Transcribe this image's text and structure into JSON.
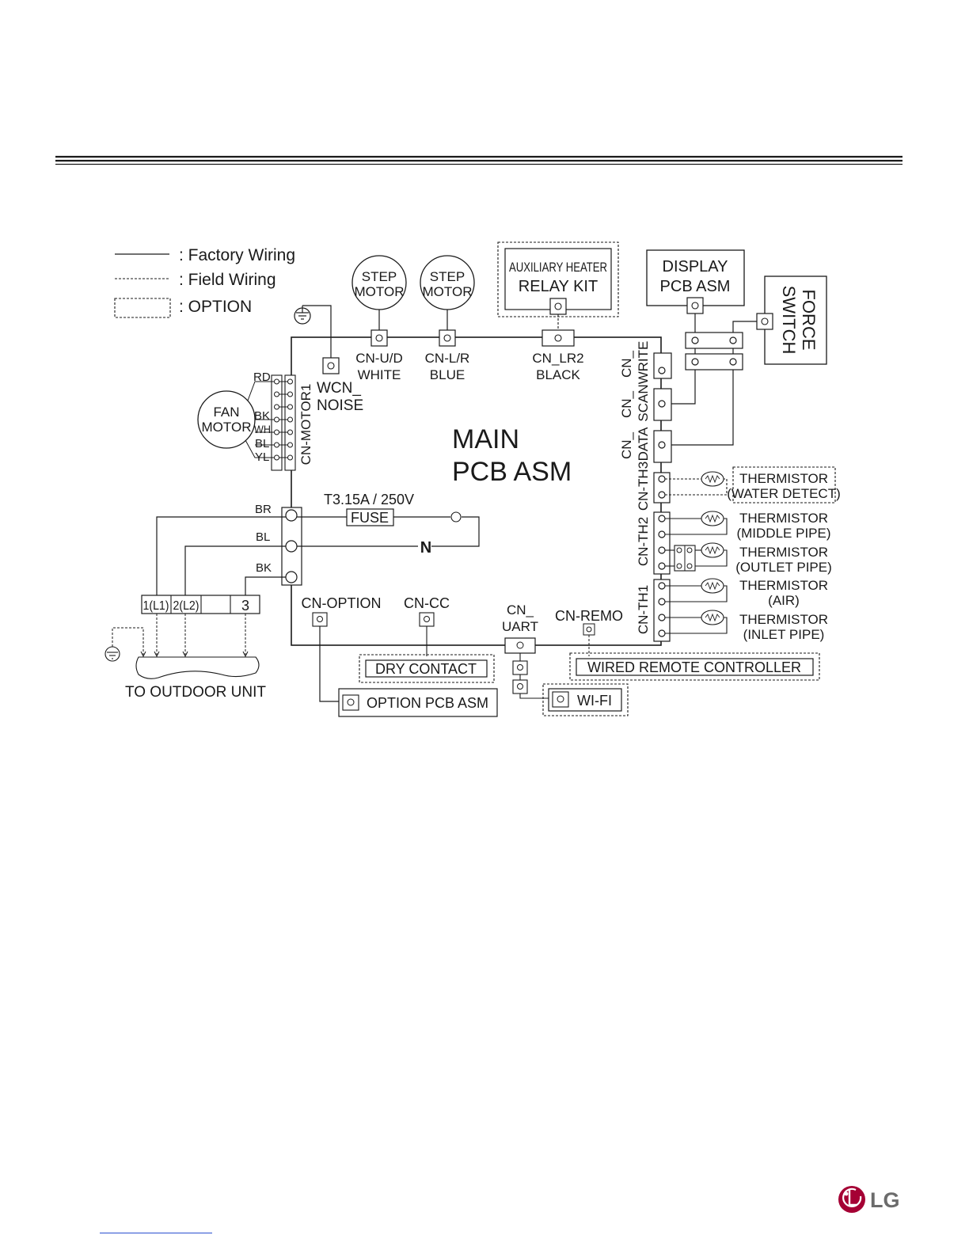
{
  "legend": {
    "factory": ": Factory Wiring",
    "field": ": Field Wiring",
    "option": ": OPTION"
  },
  "main_pcb": {
    "line1": "MAIN",
    "line2": "PCB ASM"
  },
  "step_motor_ud": {
    "line1": "STEP",
    "line2": "MOTOR",
    "conn1": "CN-U/D",
    "conn2": "WHITE"
  },
  "step_motor_lr": {
    "line1": "STEP",
    "line2": "MOTOR",
    "conn1": "CN-L/R",
    "conn2": "BLUE"
  },
  "aux_heater": {
    "line1": "AUXILIARY HEATER",
    "line2": "RELAY KIT",
    "conn1": "CN_LR2",
    "conn2": "BLACK"
  },
  "display_pcb": {
    "line1": "DISPLAY",
    "line2": "PCB ASM"
  },
  "force_switch": {
    "line1": "FORCE",
    "line2": "SWITCH"
  },
  "wcn": {
    "line1": "WCN_",
    "line2": "NOISE"
  },
  "fan_motor": {
    "line1": "FAN",
    "line2": "MOTOR",
    "connector": "CN-MOTOR1",
    "wires": [
      "RD",
      "BK",
      "WH",
      "BL",
      "YL"
    ]
  },
  "power": {
    "fuse_rating": "T3.15A / 250V",
    "fuse": "FUSE",
    "neutral": "N",
    "wires": [
      "BR",
      "BL",
      "BK"
    ],
    "terminals": [
      "1(L1)",
      "2(L2)",
      "",
      "3"
    ],
    "outdoor": "TO OUTDOOR UNIT"
  },
  "right_connectors": {
    "write": [
      "CN_",
      "WRITE"
    ],
    "scan": [
      "CN_",
      "SCAN"
    ],
    "data": [
      "CN_",
      "DATA"
    ],
    "th3": "CN-TH3",
    "th2": "CN-TH2",
    "th1": "CN-TH1"
  },
  "thermistors": {
    "water": [
      "THERMISTOR",
      "(WATER DETECT)"
    ],
    "middle": [
      "THERMISTOR",
      "(MIDDLE PIPE)"
    ],
    "outlet": [
      "THERMISTOR",
      "(OUTLET PIPE)"
    ],
    "air": [
      "THERMISTOR",
      "(AIR)"
    ],
    "inlet": [
      "THERMISTOR",
      "(INLET PIPE)"
    ]
  },
  "bottom": {
    "cn_option": "CN-OPTION",
    "cn_cc": "CN-CC",
    "cn_uart": [
      "CN_",
      "UART"
    ],
    "cn_remo": "CN-REMO",
    "dry_contact": "DRY CONTACT",
    "wired_remote": "WIRED REMOTE CONTROLLER",
    "option_pcb": "OPTION PCB ASM",
    "wifi": "WI-FI"
  },
  "logo": "LG",
  "colors": {
    "ink": "#1a1a1a",
    "logo_red": "#a50034",
    "logo_gray": "#6b6b6b",
    "link_blue": "#2a4fd0"
  }
}
